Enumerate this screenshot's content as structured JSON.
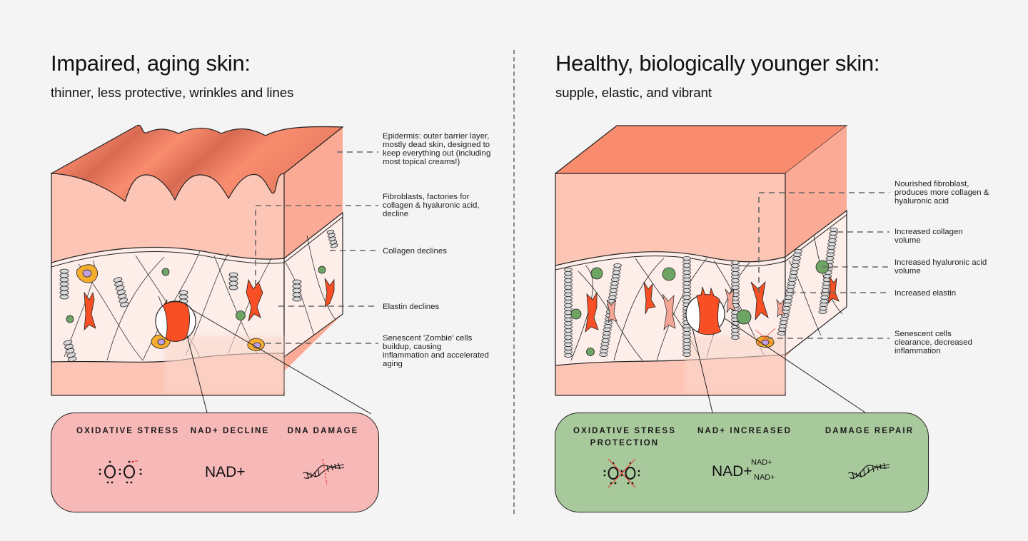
{
  "left": {
    "title": "Impaired, aging skin:",
    "subtitle": "thinner, less protective, wrinkles and lines",
    "annotations": [
      "Epidermis: outer barrier layer, mostly dead skin, designed to keep everything out (including most topical creams!)",
      "Fibroblasts, factories for collagen & hyaluronic acid, decline",
      "Collagen declines",
      "Elastin declines",
      "Senescent 'Zombie' cells buildup, causing inflammation and accelerated aging"
    ],
    "panel": {
      "color": "#f7b8b8",
      "items": [
        {
          "heading": "OXIDATIVE STRESS",
          "icon": "oxygen-radical-icon"
        },
        {
          "heading": "NAD+ DECLINE",
          "text": "NAD+"
        },
        {
          "heading": "DNA DAMAGE",
          "icon": "broken-dna-icon"
        }
      ]
    }
  },
  "right": {
    "title": "Healthy, biologically younger skin:",
    "subtitle": "supple, elastic, and vibrant",
    "annotations": [
      "Nourished fibroblast, produces more collagen & hyaluronic acid",
      "Increased collagen volume",
      "Increased hyaluronic acid volume",
      "Increased elastin",
      "Senescent cells clearance, decreased inflammation"
    ],
    "panel": {
      "color": "#a8c99c",
      "items": [
        {
          "heading": "OXIDATIVE STRESS PROTECTION",
          "icon": "crossed-oxygen-icon"
        },
        {
          "heading": "NAD+ INCREASED",
          "text": "NAD+",
          "small": [
            "NAD+",
            "NAD+"
          ]
        },
        {
          "heading": "DAMAGE REPAIR",
          "icon": "dna-icon"
        }
      ]
    }
  },
  "colors": {
    "epidermis": "#fdc5b5",
    "epidermis_top": "#f98c6e",
    "side": "#fbab95",
    "dermis": "#fdeeea",
    "fibroblast": "#f85024",
    "fibroblast_light": "#f5a595",
    "hyaluronic": "#6fa564",
    "senescent": "#f4ad2f",
    "nucleus": "#c0a0e0",
    "collagen": "#d8d8d8"
  }
}
